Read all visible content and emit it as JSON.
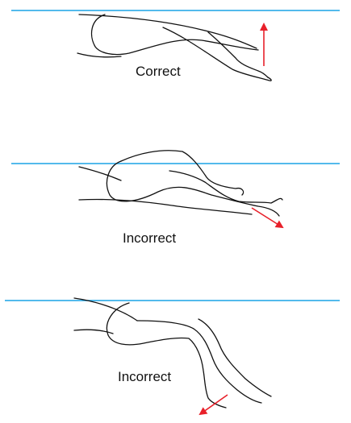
{
  "colors": {
    "water_line": "#1aa3e6",
    "arrow": "#e8202a",
    "outline": "#111111"
  },
  "panels": [
    {
      "caption": "Correct",
      "state": "correct",
      "arrow_direction": "up"
    },
    {
      "caption": "Incorrect",
      "state": "incorrect",
      "arrow_direction": "down-right"
    },
    {
      "caption": "Incorrect",
      "state": "incorrect",
      "arrow_direction": "down-left"
    }
  ]
}
